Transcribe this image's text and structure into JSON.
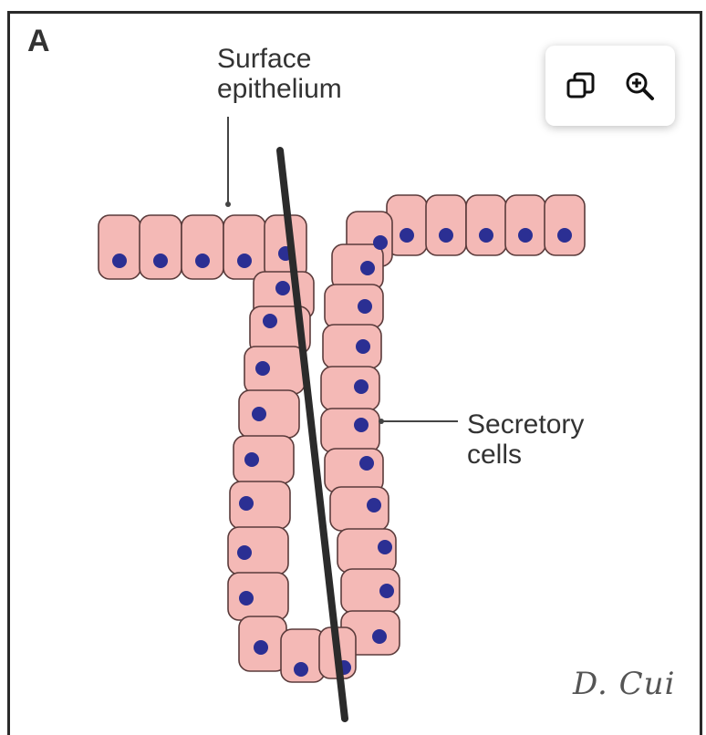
{
  "figure": {
    "panel_letter": "A",
    "labels": {
      "surface_line1": "Surface",
      "surface_line2": "epithelium",
      "secretory_line1": "Secretory",
      "secretory_line2": "cells"
    },
    "signature": "D. Cui"
  },
  "toolbar": {
    "buttons": [
      {
        "name": "copy-icon"
      },
      {
        "name": "zoom-in-icon"
      }
    ]
  },
  "colors": {
    "cell_fill": "#f4b9b6",
    "cell_stroke": "#5a3b3b",
    "nucleus": "#2b2f93",
    "section_line": "#2b2b2b",
    "frame": "#2a2a2a"
  }
}
